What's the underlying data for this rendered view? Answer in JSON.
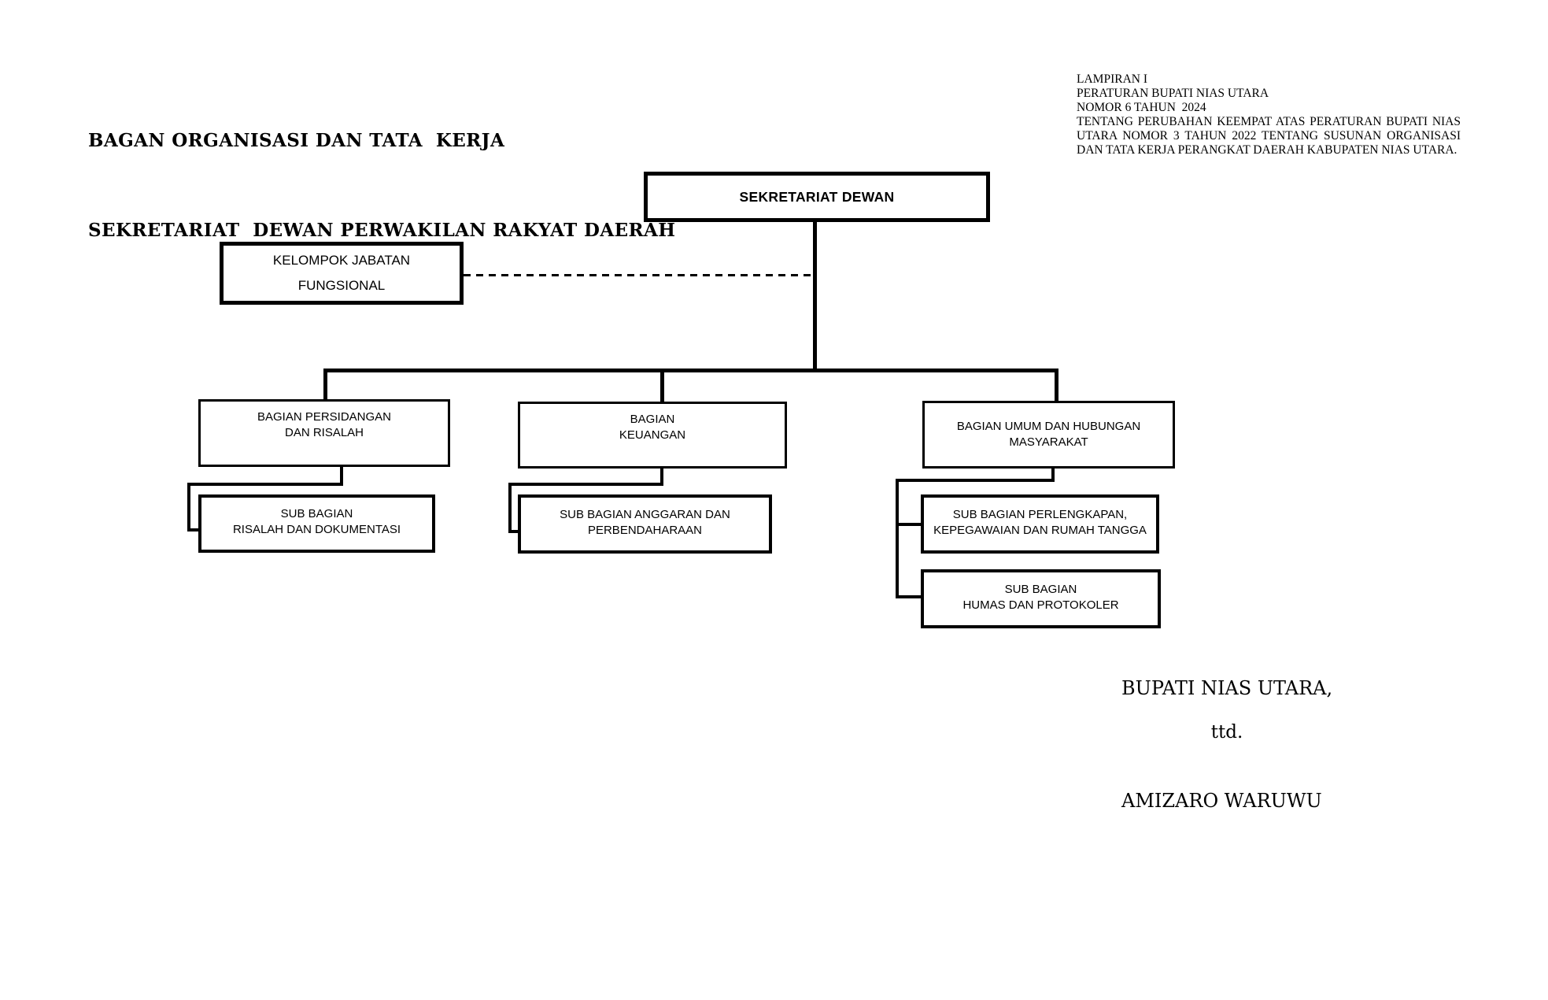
{
  "title": {
    "line1": "BAGAN ORGANISASI DAN TATA  KERJA",
    "line2": "SEKRETARIAT  DEWAN PERWAKILAN RAKYAT DAERAH"
  },
  "lampiran": {
    "line1": "LAMPIRAN I",
    "line2": "PERATURAN BUPATI NIAS UTARA",
    "line3": "NOMOR 6 TAHUN  2024",
    "paragraph": "TENTANG PERUBAHAN KEEMPAT ATAS PERATURAN BUPATI NIAS UTARA NOMOR 3 TAHUN 2022 TENTANG SUSUNAN ORGANISASI DAN TATA KERJA PERANGKAT DAERAH KABUPATEN NIAS UTARA."
  },
  "org": {
    "root": {
      "label": "SEKRETARIAT DEWAN"
    },
    "functional_group": {
      "line1": "KELOMPOK JABATAN",
      "line2": "FUNGSIONAL"
    },
    "divisions": [
      {
        "line1": "BAGIAN PERSIDANGAN",
        "line2": "DAN RISALAH",
        "subs": [
          {
            "line1": "SUB BAGIAN",
            "line2": "RISALAH DAN DOKUMENTASI"
          }
        ]
      },
      {
        "line1": "BAGIAN",
        "line2": "KEUANGAN",
        "subs": [
          {
            "line1": "SUB BAGIAN ANGGARAN DAN",
            "line2": "PERBENDAHARAAN"
          }
        ]
      },
      {
        "line1": "BAGIAN UMUM DAN HUBUNGAN",
        "line2": "MASYARAKAT",
        "subs": [
          {
            "line1": "SUB BAGIAN PERLENGKAPAN,",
            "line2": "KEPEGAWAIAN DAN RUMAH TANGGA"
          },
          {
            "line1": "SUB BAGIAN",
            "line2": "HUMAS DAN PROTOKOLER"
          }
        ]
      }
    ]
  },
  "signature": {
    "title": "BUPATI NIAS UTARA,",
    "ttd": "ttd.",
    "name": "AMIZARO WARUWU"
  },
  "colors": {
    "background": "#ffffff",
    "line": "#000000",
    "text": "#000000"
  }
}
